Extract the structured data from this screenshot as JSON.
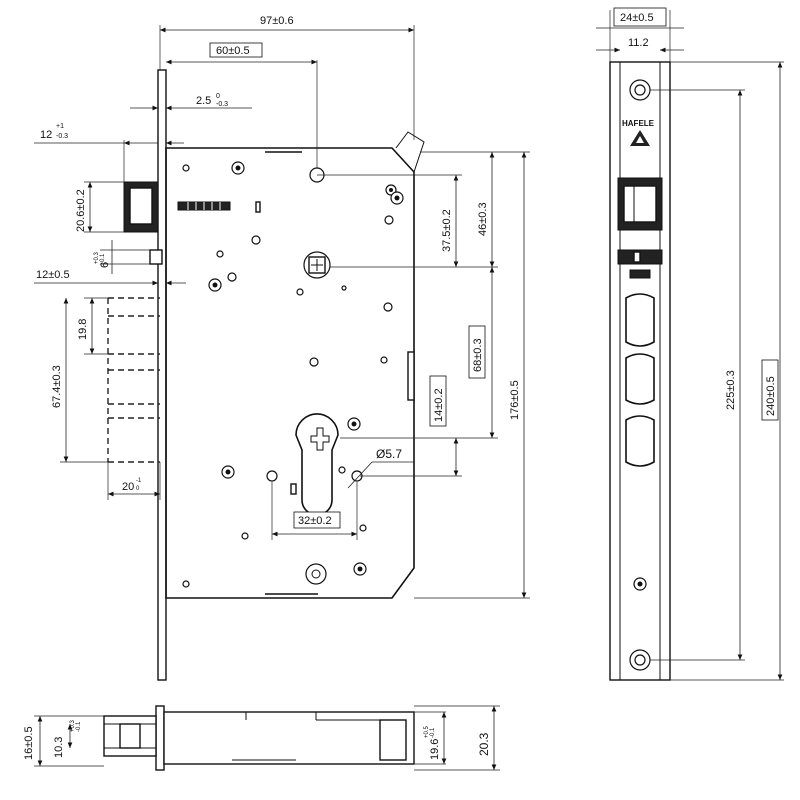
{
  "drawing": {
    "brand_logo_text": "HAFELE",
    "front_view": {
      "dims": {
        "overall_depth": "97±0.6",
        "backset": "60±0.5",
        "faceplate_offset_a": "2.5",
        "faceplate_offset_a_tol_top": "0",
        "faceplate_offset_a_tol_bot": "-0.3",
        "faceplate_thk_a": "12",
        "faceplate_thk_a_tol_top": "+1",
        "faceplate_thk_a_tol_bot": "-0.3",
        "deadbolt_height": "20.6±0.2",
        "gap_small": "6",
        "gap_small_tol_top": "+0.3",
        "gap_small_tol_bot": "-0.1",
        "faceplate_thk_b": "12±0.5",
        "bolt_spacing": "19.8",
        "bolt_pitch_total": "67.4±0.3",
        "bolt_throw": "20",
        "bolt_throw_tol_top": "-1",
        "bolt_throw_tol_bot": "0",
        "spindle_to_top": "37.5±0.2",
        "top_to_spindle": "46±0.3",
        "spindle_to_cylinder": "68±0.3",
        "body_height": "176±0.5",
        "small_offset": "14±0.2",
        "hole_diameter": "Ø5.7",
        "screw_spacing": "32±0.2"
      }
    },
    "side_view": {
      "dims": {
        "faceplate_width": "24±0.5",
        "inner_width": "11.2",
        "screw_pitch": "225±0.3",
        "faceplate_length": "240±0.5"
      }
    },
    "bottom_view": {
      "dims": {
        "bolt_width": "16±0.5",
        "latch_width": "10.3",
        "latch_width_tol_top": "+0.3",
        "latch_width_tol_bot": "-0.1",
        "body_width": "19.6",
        "body_width_tol_top": "+0.5",
        "body_width_tol_bot": "-0.1",
        "total_width": "20.3"
      }
    }
  }
}
